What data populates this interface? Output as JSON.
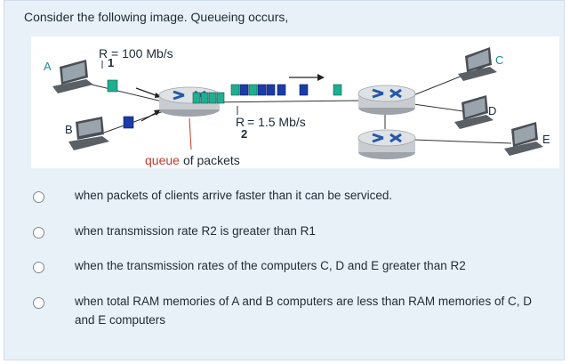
{
  "question": {
    "prompt": "Consider the following image. Queueing occurs,"
  },
  "figure": {
    "host_a": "A",
    "host_b": "B",
    "host_c": "C",
    "host_d": "D",
    "host_e": "E",
    "r1_symbol": "R",
    "r1_subscript": "1",
    "r1_value": "= 100 Mb/s",
    "r2_symbol": "R",
    "r2_subscript": "2",
    "r2_value": "= 1.5 Mb/s",
    "queue_word": "queue",
    "queue_rest": "of packets",
    "colors": {
      "packet_green": "#1fae8f",
      "packet_blue": "#1b3ca8",
      "label_red": "#c0392b",
      "router_gray": "#c9cdd2",
      "router_blue": "#2459a8"
    }
  },
  "options": [
    {
      "text": "when packets of clients arrive faster than it can be serviced."
    },
    {
      "text": "when transmission rate R2 is greater than R1"
    },
    {
      "text": "when the transmission rates of the computers C, D and E greater than R2"
    },
    {
      "text": "when total RAM memories of A and B computers are less than RAM memories of C, D and E computers"
    }
  ]
}
